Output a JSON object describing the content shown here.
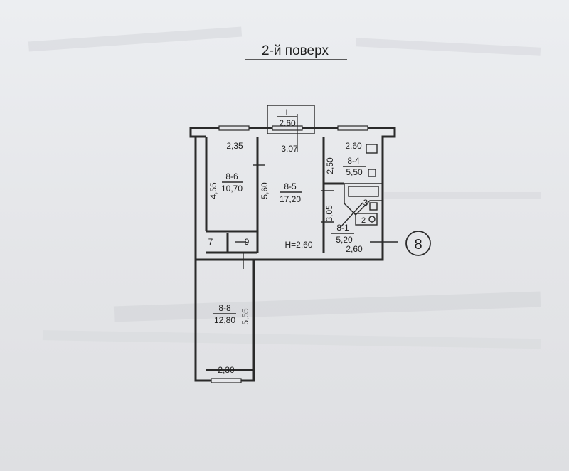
{
  "title": "2-й поверх",
  "rooms": [
    {
      "id": "8-6",
      "area": "10,70"
    },
    {
      "id": "8-5",
      "area": "17,20"
    },
    {
      "id": "8-4",
      "area": "5,50"
    },
    {
      "id": "8-1",
      "area": "5,20"
    },
    {
      "id": "8-8",
      "area": "12,80"
    }
  ],
  "balcony": {
    "num": "I",
    "area": "2,60"
  },
  "dimensions": {
    "w_8_6": "2,35",
    "w_8_5": "3,07",
    "w_8_4": "2,60",
    "h_8_6": "4,55",
    "h_8_5": "5,60",
    "h_8_4": "2,50",
    "h_8_1": "3,05",
    "w_8_1": "2,60",
    "h_8_8": "5,55",
    "w_8_8": "2,30"
  },
  "small_rooms": {
    "bath": "3",
    "wc": "2",
    "closet_7": "7",
    "closet_9": "9"
  },
  "height": "H=2,60",
  "apartment_marker": "8"
}
